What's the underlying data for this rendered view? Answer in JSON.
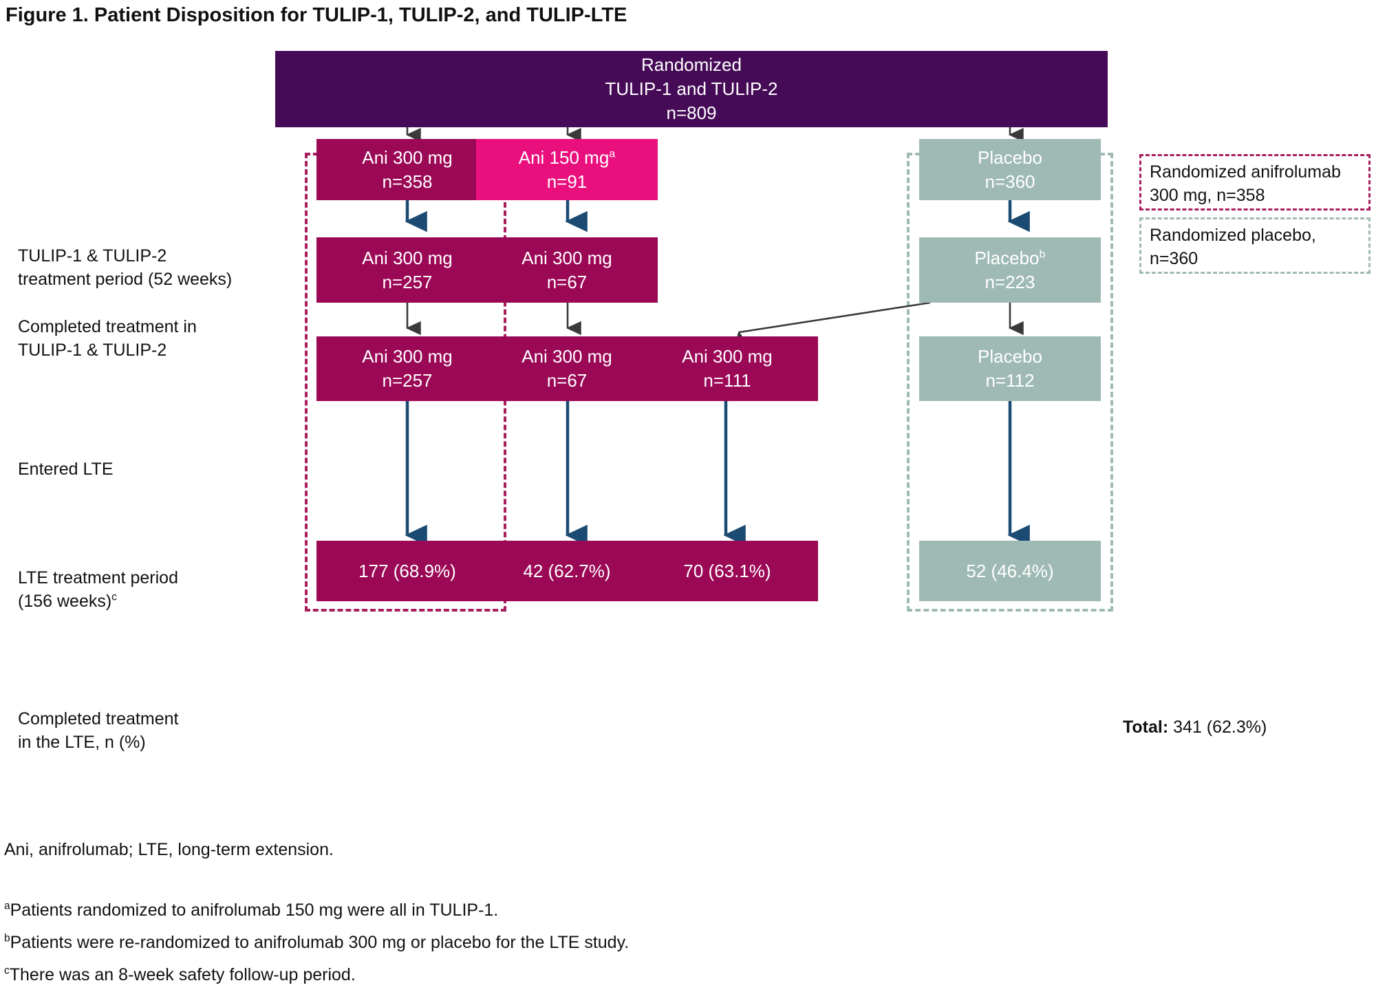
{
  "figure": {
    "title": "Figure 1. Patient Disposition for TULIP-1, TULIP-2, and TULIP-LTE"
  },
  "colors": {
    "purple": "#460B57",
    "maroon": "#9B0856",
    "pink": "#E9107E",
    "sage": "#9FBAB4",
    "arrow_grey": "#3A3A3A",
    "arrow_navy": "#1B4B72",
    "dash_ani": "#A81D5D",
    "dash_placebo": "#9FBAB4"
  },
  "row_labels": {
    "treatment_period": "TULIP-1 & TULIP-2\ntreatment period (52 weeks)",
    "treatment_period_l1": "TULIP-1 & TULIP-2",
    "treatment_period_l2": "treatment period (52 weeks)",
    "completed_tulip_l1": "Completed treatment in",
    "completed_tulip_l2": "TULIP-1 & TULIP-2",
    "entered_lte": "Entered LTE",
    "lte_period_l1": "LTE treatment period",
    "lte_period_l2": "(156 weeks)",
    "lte_period_l2_sup": "c",
    "completed_lte_l1": "Completed treatment",
    "completed_lte_l2": "in the LTE, n (%)"
  },
  "top_box": {
    "line1": "Randomized",
    "line2": "TULIP-1 and TULIP-2",
    "line3": "n=809"
  },
  "columns": [
    {
      "id": "ani300",
      "randomized": {
        "label": "Ani 300 mg",
        "n": "n=358",
        "sup": "",
        "style": "maroon"
      },
      "completed": {
        "label": "Ani 300 mg",
        "n": "n=257",
        "sup": "",
        "style": "maroon"
      },
      "lte": {
        "label": "Ani 300 mg",
        "n": "n=257",
        "sup": "",
        "style": "maroon"
      },
      "result": {
        "label": "177 (68.9%)",
        "style": "maroon"
      }
    },
    {
      "id": "ani150",
      "randomized": {
        "label": "Ani 150 mg",
        "n": "n=91",
        "sup": "a",
        "style": "pink"
      },
      "completed": {
        "label": "Ani 300 mg",
        "n": "n=67",
        "sup": "",
        "style": "maroon"
      },
      "lte": {
        "label": "Ani 300 mg",
        "n": "n=67",
        "sup": "",
        "style": "maroon"
      },
      "result": {
        "label": "42 (62.7%)",
        "style": "maroon"
      }
    },
    {
      "id": "rerand-ani",
      "randomized": null,
      "completed": null,
      "lte": {
        "label": "Ani 300 mg",
        "n": "n=111",
        "sup": "",
        "style": "maroon"
      },
      "result": {
        "label": "70 (63.1%)",
        "style": "maroon"
      }
    },
    {
      "id": "placebo",
      "randomized": {
        "label": "Placebo",
        "n": "n=360",
        "sup": "",
        "style": "sage"
      },
      "completed": {
        "label": "Placebo",
        "n": "n=223",
        "sup": "b",
        "style": "sage"
      },
      "lte": {
        "label": "Placebo",
        "n": "n=112",
        "sup": "",
        "style": "sage"
      },
      "result": {
        "label": "52 (46.4%)",
        "style": "sage"
      }
    }
  ],
  "legend": {
    "ani_l1": "Randomized anifrolumab",
    "ani_l2": "300 mg, n=358",
    "pbo_l1": "Randomized placebo,",
    "pbo_l2": "n=360"
  },
  "total": {
    "label": "Total:",
    "value": "341 (62.3%)"
  },
  "footnotes": {
    "abbrev": "Ani, anifrolumab; LTE, long-term extension.",
    "a_marker": "a",
    "a_text": "Patients randomized to anifrolumab 150 mg were all in TULIP-1.",
    "b_marker": "b",
    "b_text": "Patients were re-randomized to anifrolumab 300 mg or placebo for the LTE study.",
    "c_marker": "c",
    "c_text": "There was an 8-week safety follow-up period."
  }
}
